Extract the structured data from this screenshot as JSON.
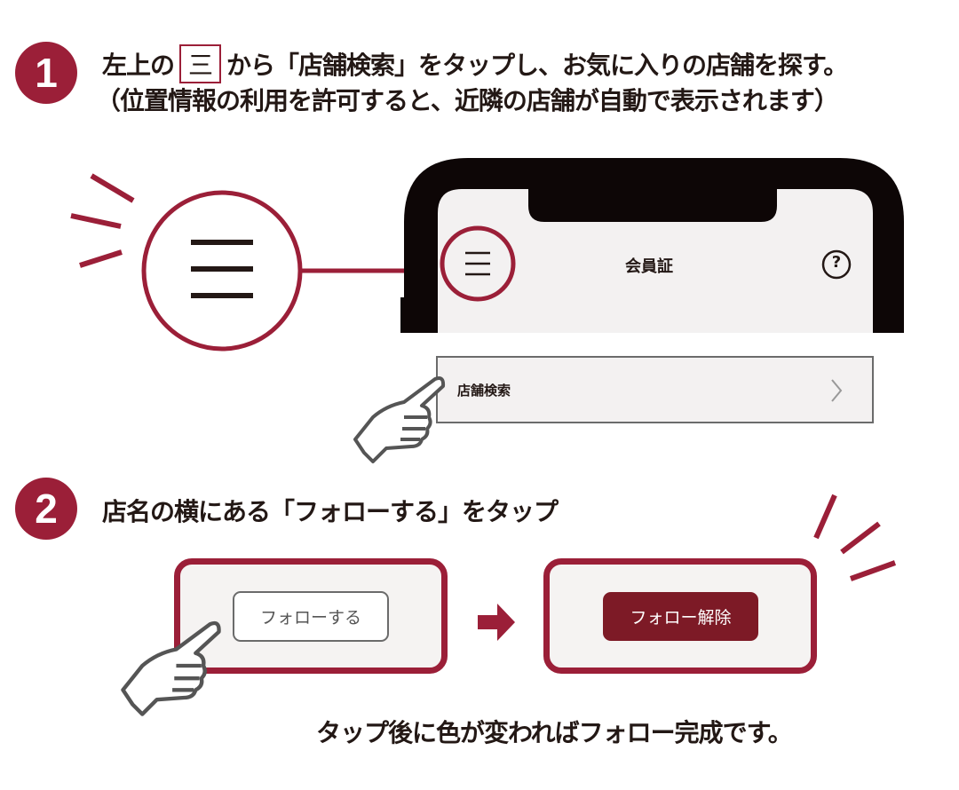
{
  "step1": {
    "number": "1",
    "line1_before": "左上の",
    "menu_glyph": "三",
    "line1_after": "から「店舗検索」をタップし、お気に入りの店舗を探す。",
    "line2": "（位置情報の利用を許可すると、近隣の店舗が自動で表示されます）"
  },
  "phone": {
    "title": "会員証",
    "help_icon": "?",
    "menu_item": "店舗検索"
  },
  "step2": {
    "number": "2",
    "text": "店名の横にある「フォローする」をタップ",
    "follow_button": "フォローする",
    "unfollow_button": "フォロー解除",
    "footer": "タップ後に色が変わればフォロー完成です。"
  },
  "colors": {
    "accent": "#9b1f38",
    "dark_button": "#7d1a26",
    "screen_bg": "#f3f1f1"
  }
}
